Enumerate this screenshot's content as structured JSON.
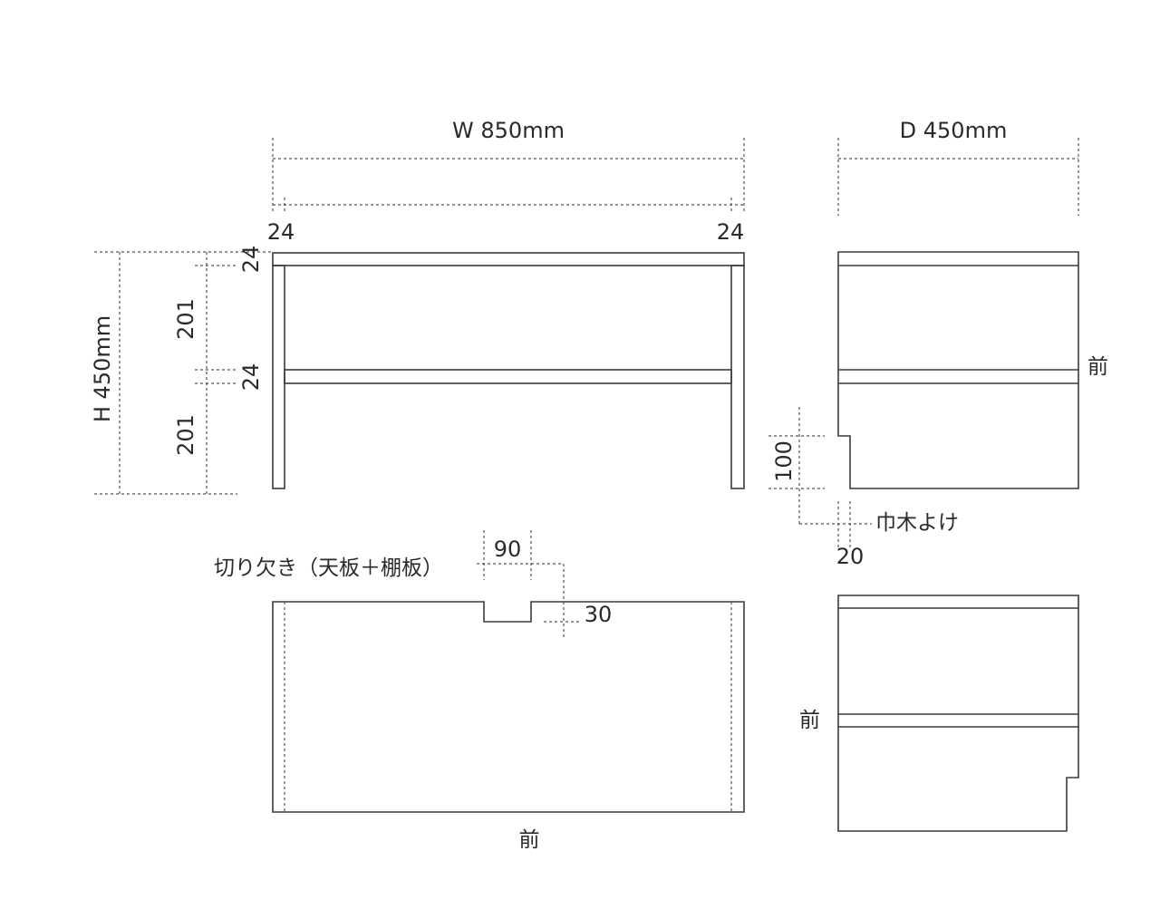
{
  "front_view": {
    "width_label": "W 850mm",
    "edge_left_label": "24",
    "edge_right_label": "24",
    "height_label": "H 450mm",
    "top_thickness_label": "24",
    "upper_space_label": "201",
    "shelf_thickness_label": "24",
    "lower_space_label": "201"
  },
  "side_view": {
    "depth_label": "D 450mm",
    "front_label": "前",
    "notch_height_label": "100",
    "baseboard_label": "巾木よけ",
    "notch_depth_label": "20"
  },
  "top_view": {
    "cutout_label": "切り欠き（天板＋棚板）",
    "cutout_width_label": "90",
    "cutout_depth_label": "30",
    "front_label": "前"
  },
  "bottom_side_view": {
    "front_label": "前"
  }
}
